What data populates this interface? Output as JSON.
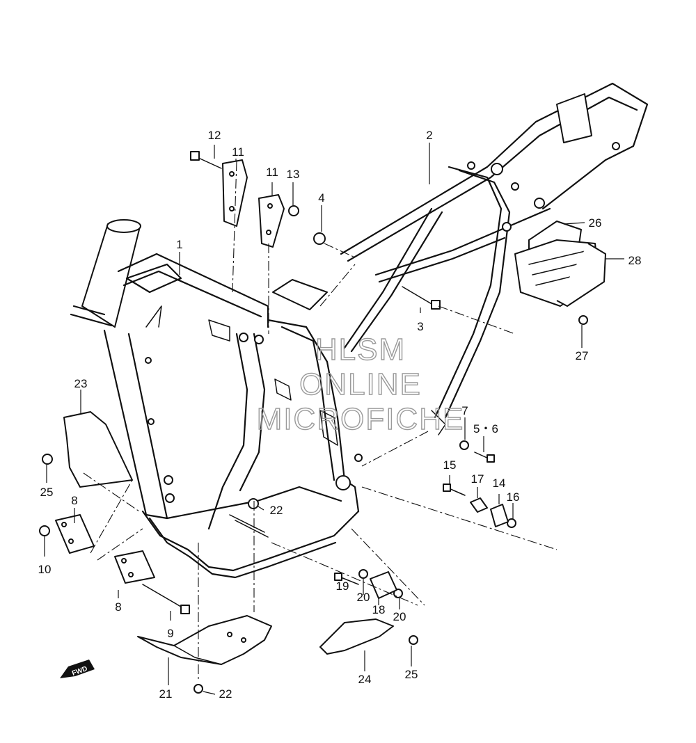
{
  "watermark": {
    "line1": "HLSM",
    "line2": "ONLINE",
    "line3": "MICROFICHE"
  },
  "fwd_label": "FWD",
  "callouts": {
    "c1": "1",
    "c2": "2",
    "c3": "3",
    "c4": "4",
    "c5_6": "5・6",
    "c7": "7",
    "c8a": "8",
    "c8b": "8",
    "c9": "9",
    "c10": "10",
    "c11a": "11",
    "c11b": "11",
    "c12": "12",
    "c13": "13",
    "c14": "14",
    "c15": "15",
    "c16": "16",
    "c17": "17",
    "c18": "18",
    "c19": "19",
    "c20a": "20",
    "c20b": "20",
    "c21": "21",
    "c22a": "22",
    "c22b": "22",
    "c23": "23",
    "c24": "24",
    "c25a": "25",
    "c25b": "25",
    "c26": "26",
    "c27": "27",
    "c28": "28"
  }
}
